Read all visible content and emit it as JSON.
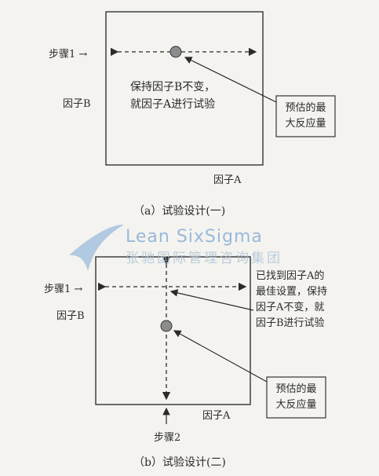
{
  "diagram_a": {
    "step_label": "步骤1 →",
    "factor_b": "因子B",
    "factor_a": "因子A",
    "center_text_line1": "保持因子B不变，",
    "center_text_line2": "就因子A进行试验",
    "callout_line1": "预估的最",
    "callout_line2": "大反应量",
    "caption": "（a）试验设计(一)"
  },
  "diagram_b": {
    "step1_label": "步骤1 →",
    "factor_b": "因子B",
    "factor_a": "因子A",
    "step2_label": "步骤2",
    "note_line1": "已找到因子A的",
    "note_line2": "最佳设置，保持",
    "note_line3": "因子A不变，就",
    "note_line4": "因子B进行试验",
    "callout_line1": "预估的最",
    "callout_line2": "大反应量",
    "caption": "（b）试验设计(二)"
  },
  "watermark": {
    "en": "Lean SixSigma",
    "cn": "张驰国际管理咨询集团"
  }
}
